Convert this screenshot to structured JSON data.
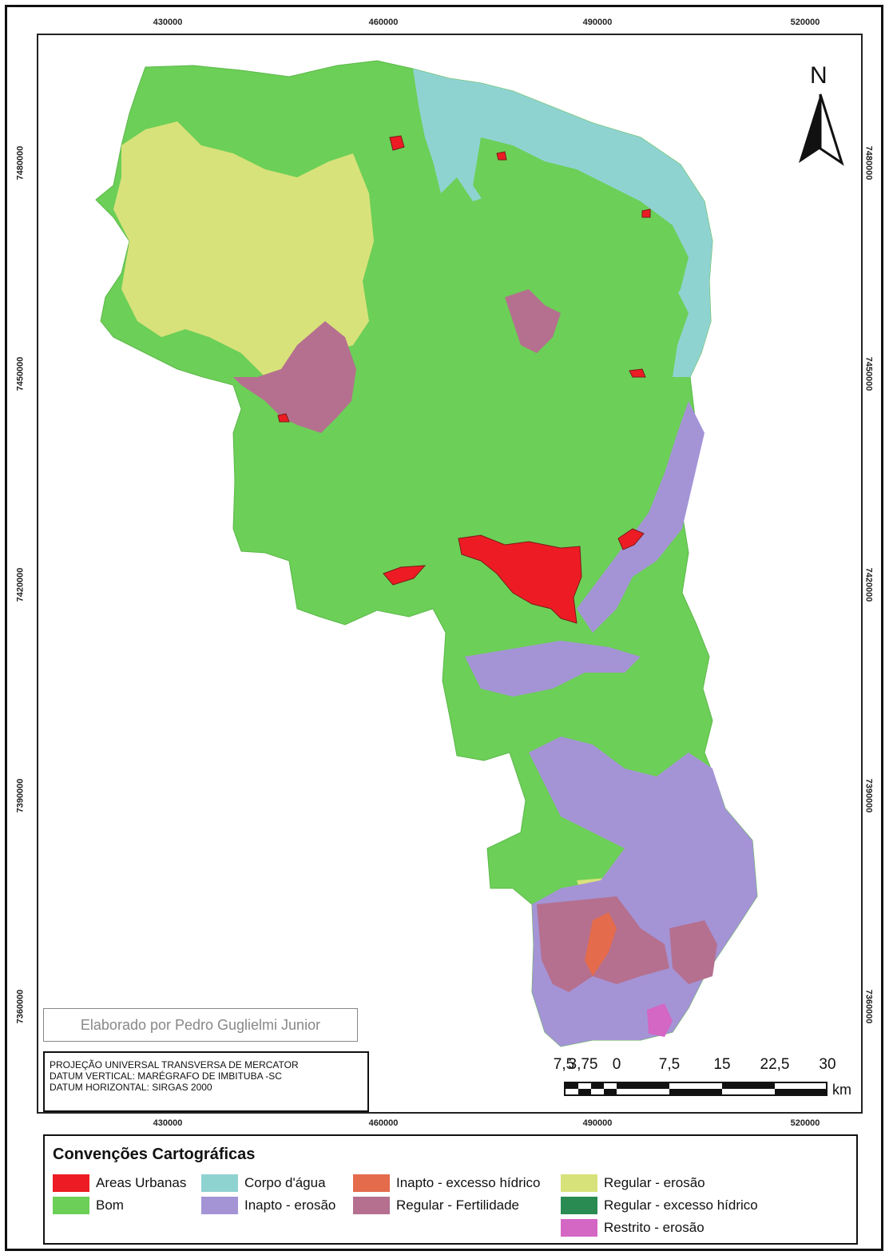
{
  "map": {
    "x_ticks": [
      "430000",
      "460000",
      "490000",
      "520000"
    ],
    "y_ticks": [
      "7480000",
      "7450000",
      "7420000",
      "7390000",
      "7360000"
    ],
    "north_label": "N",
    "credit": "Elaborado por Pedro Guglielmi Junior",
    "projection": [
      "PROJEÇÃO UNIVERSAL TRANSVERSA DE MERCATOR",
      "DATUM VERTICAL: MARÉGRAFO DE IMBITUBA -SC",
      "DATUM HORIZONTAL: SIRGAS 2000"
    ],
    "scale": {
      "labels": [
        "7,5",
        "3,75",
        "0",
        "7,5",
        "15",
        "22,5",
        "30"
      ],
      "unit": "km"
    }
  },
  "legend": {
    "title": "Convenções Cartográficas",
    "items": [
      {
        "label": "Areas Urbanas",
        "color": "#ed1c24"
      },
      {
        "label": "Bom",
        "color": "#6ccf57"
      },
      {
        "label": "Corpo d'água",
        "color": "#8fd3d1"
      },
      {
        "label": "Inapto - erosão",
        "color": "#a494d6"
      },
      {
        "label": "Inapto - excesso hídrico",
        "color": "#e46b4c"
      },
      {
        "label": "Regular - Fertilidade",
        "color": "#b5708f"
      },
      {
        "label": "Regular - erosão",
        "color": "#d8e27a"
      },
      {
        "label": "Regular - excesso hídrico",
        "color": "#2a8b52"
      },
      {
        "label": "Restrito - erosão",
        "color": "#d466c4"
      }
    ]
  }
}
